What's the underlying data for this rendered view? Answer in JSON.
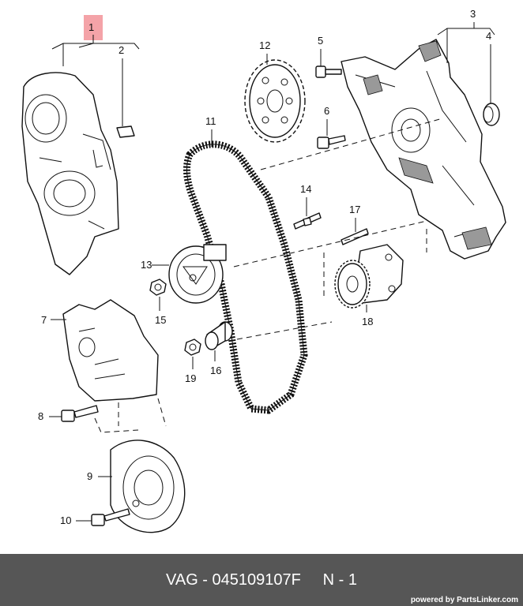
{
  "labels": {
    "l1": "1",
    "l2": "2",
    "l3": "3",
    "l4": "4",
    "l5": "5",
    "l6": "6",
    "l7": "7",
    "l8": "8",
    "l9": "9",
    "l10": "10",
    "l11": "11",
    "l12": "12",
    "l13": "13",
    "l14": "14",
    "l15": "15",
    "l16": "16",
    "l17": "17",
    "l18": "18",
    "l19": "19"
  },
  "footer": {
    "part_number": "VAG - 045109107F",
    "position": "N - 1",
    "credit": "powered by PartsLinker.com"
  },
  "colors": {
    "highlight": "#f4a3a8",
    "footer_bg": "#565656"
  }
}
